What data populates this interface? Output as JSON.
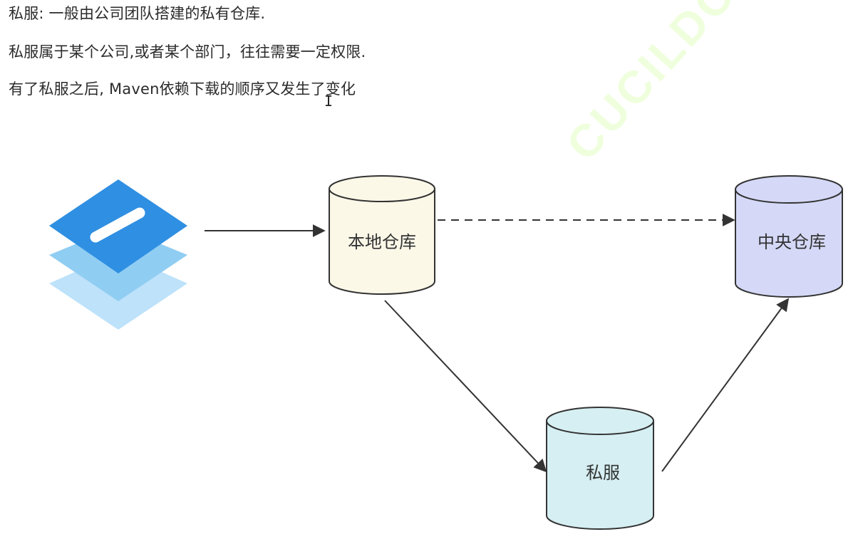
{
  "text": {
    "line1": "私服: 一般由公司团队搭建的私有仓库.",
    "line2": "私服属于某个公司,或者某个部门，往往需要一定权限.",
    "line3": "有了私服之后, Maven依赖下载的顺序又发生了变化"
  },
  "watermark": "CUCILDO",
  "diagram": {
    "nodes": {
      "local": {
        "label": "本地仓库",
        "color": "#fbf8e8"
      },
      "central": {
        "label": "中央仓库",
        "color": "#d5d9f7"
      },
      "private": {
        "label": "私服",
        "color": "#d6eff3"
      }
    },
    "edges": [
      {
        "from": "project-icon",
        "to": "local",
        "style": "solid"
      },
      {
        "from": "local",
        "to": "central",
        "style": "dashed"
      },
      {
        "from": "local",
        "to": "private",
        "style": "solid"
      },
      {
        "from": "private",
        "to": "central",
        "style": "solid"
      }
    ],
    "icon": {
      "name": "layers-icon",
      "colors": [
        "#2f8fe2",
        "#90cdf2",
        "#bde2fa"
      ]
    }
  }
}
